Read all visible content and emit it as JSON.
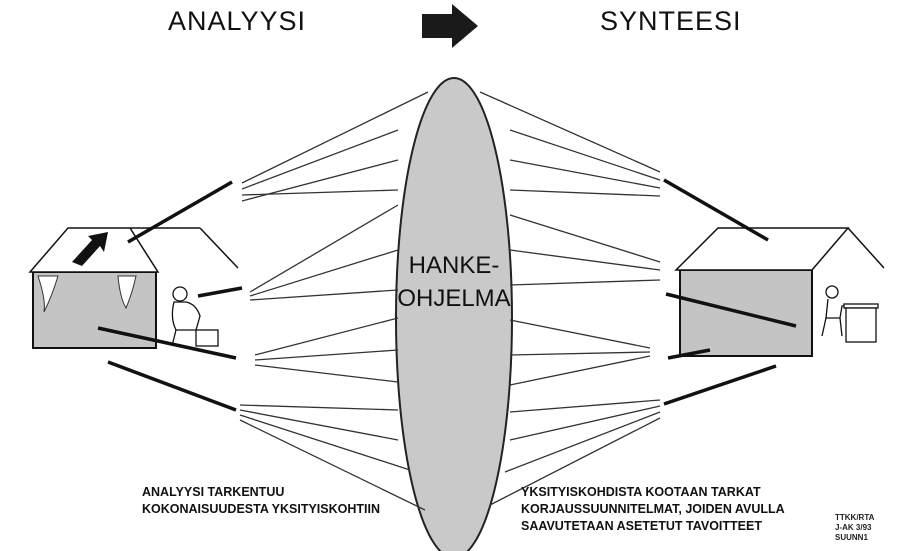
{
  "headings": {
    "left": "ANALYYSI",
    "right": "SYNTEESI"
  },
  "center": {
    "line1": "HANKE-",
    "line2": "OHJELMA"
  },
  "captions": {
    "left": [
      "ANALYYSI TARKENTUU",
      "KOKONAISUUDESTA YKSITYISKOHTIIN"
    ],
    "right": [
      "YKSITYISKOHDISTA KOOTAAN TARKAT",
      "KORJAUSSUUNNITELMAT, JOIDEN AVULLA",
      "SAAVUTETAAN ASETETUT TAVOITTEET"
    ]
  },
  "stamp": [
    "TTKK/RTA",
    "J-AK 3/93",
    "SUUNN1"
  ],
  "icons": [
    "arrow-right-icon",
    "house-analysis-icon",
    "house-synthesis-icon",
    "seated-person-icon",
    "person-at-desk-icon"
  ]
}
